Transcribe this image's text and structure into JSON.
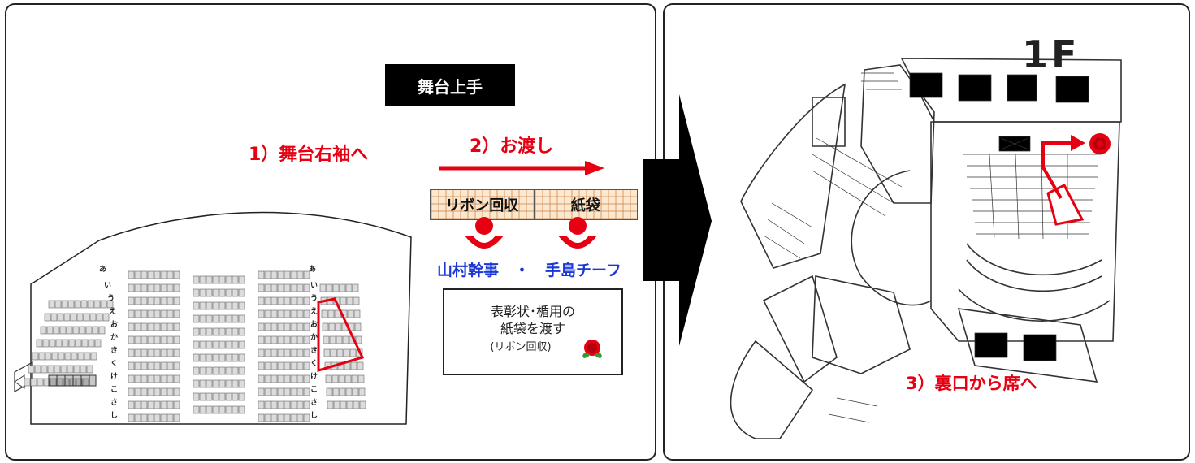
{
  "stage_label": "舞台上手",
  "step1": "1）舞台右袖へ",
  "step2": "2）お渡し",
  "step3": "3）裏口から席へ",
  "signs": {
    "left": "リボン回収",
    "right": "紙袋"
  },
  "names": "山村幹事　・　手島チーフ",
  "note": {
    "line1": "表彰状･楯用の",
    "line2": "紙袋を渡す",
    "line3": "(リボン回収)"
  },
  "floor_label": "1F",
  "colors": {
    "accent_red": "#e60012",
    "name_blue": "#1a37d6"
  }
}
